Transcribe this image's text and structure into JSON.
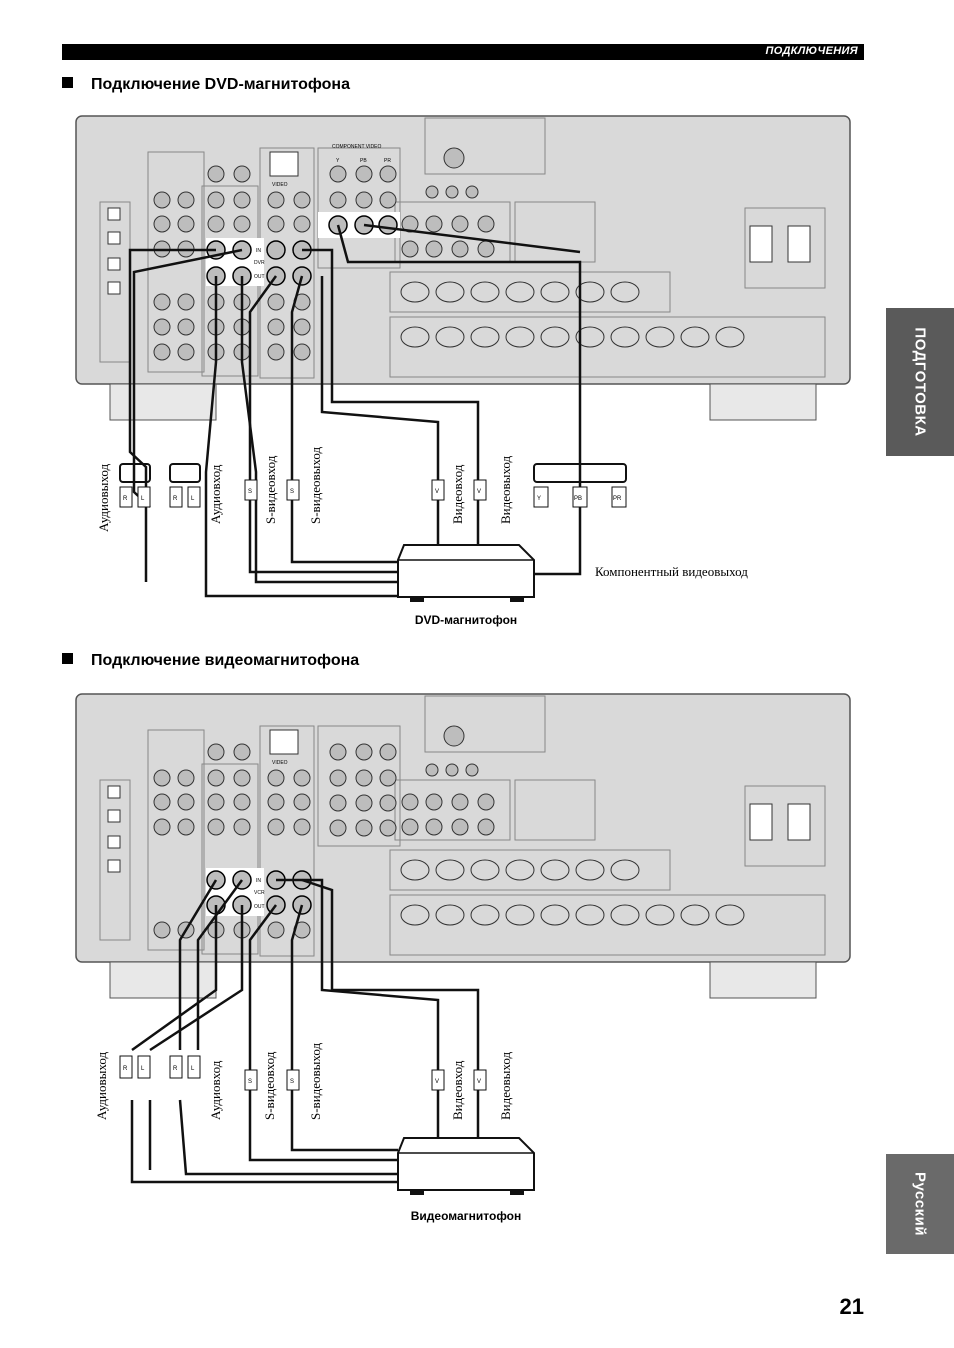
{
  "header": {
    "section": "ПОДКЛЮЧЕНИЯ"
  },
  "sections": [
    {
      "title": "Подключение DVD-магнитофона",
      "device_caption": "DVD-магнитофон",
      "panel_labels": {
        "component_video": "COMPONENT VIDEO",
        "y": "Y",
        "pb": "PB",
        "pr": "PR",
        "video": "VIDEO",
        "dvr": "DVR",
        "in": "IN",
        "out": "OUT"
      },
      "cable_labels": {
        "audio_out": "Аудиовыход",
        "audio_in": "Аудиовход",
        "svideo_in": "S-видеовход",
        "svideo_out": "S-видеовыход",
        "video_in": "Видеовход",
        "video_out": "Видеовыход",
        "component_out": "Компонентный видеовыход"
      },
      "plug_letters": {
        "r": "R",
        "l": "L",
        "s": "S",
        "v": "V",
        "y": "Y",
        "pb": "PB",
        "pr": "PR"
      }
    },
    {
      "title": "Подключение видеомагнитофона",
      "device_caption": "Видеомагнитофон",
      "panel_labels": {
        "video": "VIDEO",
        "vcr": "VCR",
        "in": "IN",
        "out": "OUT"
      },
      "cable_labels": {
        "audio_out": "Аудиовыход",
        "audio_in": "Аудиовход",
        "svideo_in": "S-видеовход",
        "svideo_out": "S-видеовыход",
        "video_in": "Видеовход",
        "video_out": "Видеовыход"
      },
      "plug_letters": {
        "r": "R",
        "l": "L",
        "s": "S",
        "v": "V"
      }
    }
  ],
  "side_tabs": {
    "top": "ПОДГОТОВКА",
    "bottom": "Русский"
  },
  "page_number": "21"
}
